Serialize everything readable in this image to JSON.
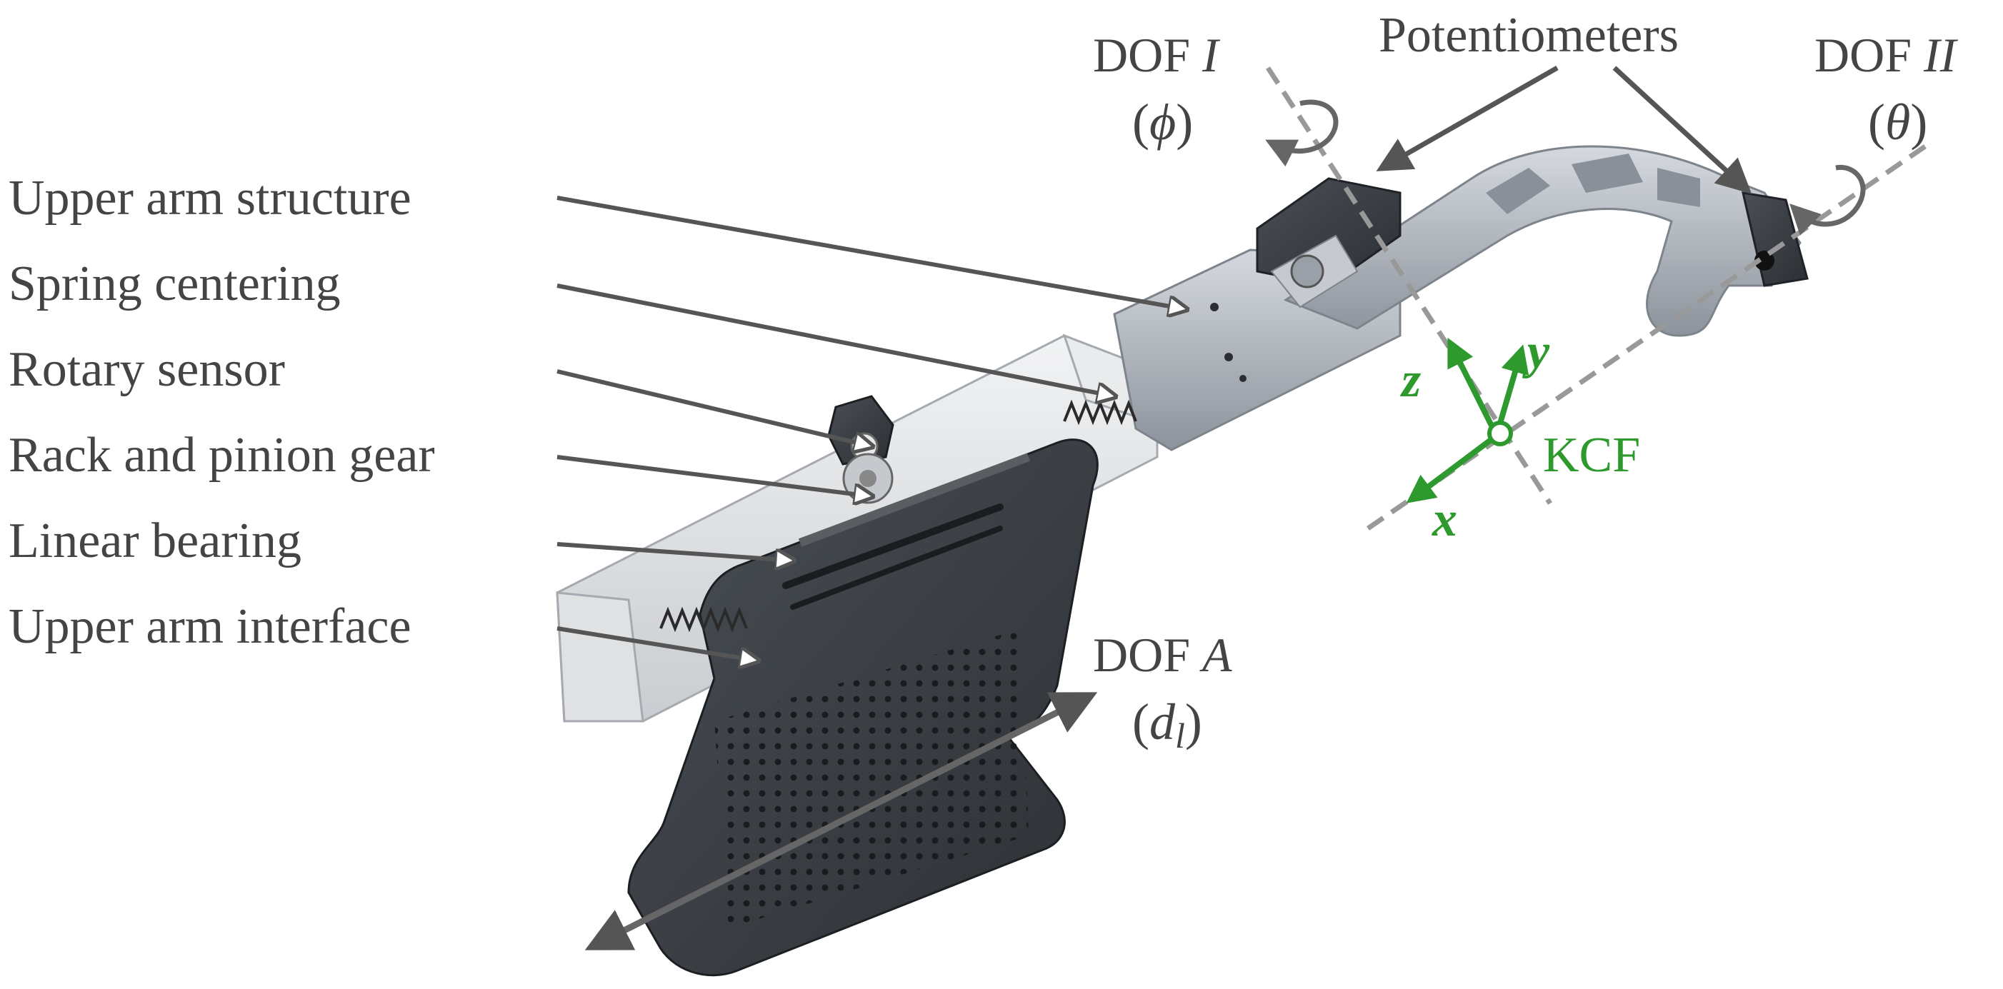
{
  "labels": {
    "upper_arm_structure": "Upper arm structure",
    "spring_centering": "Spring centering",
    "rotary_sensor": "Rotary sensor",
    "rack_pinion": "Rack and pinion gear",
    "linear_bearing": "Linear bearing",
    "upper_arm_interface": "Upper arm interface",
    "potentiometers": "Potentiometers"
  },
  "dofs": {
    "dof1": {
      "prefix": "DOF ",
      "index": "I",
      "symbol_open": "(",
      "symbol": "ϕ",
      "symbol_close": ")"
    },
    "dof2": {
      "prefix": "DOF ",
      "index": "II",
      "symbol_open": "(",
      "symbol": "θ",
      "symbol_close": ")"
    },
    "dofA": {
      "prefix": "DOF ",
      "index": "A",
      "symbol_open": "(",
      "symbol": "d",
      "subscript": "l",
      "symbol_close": ")"
    }
  },
  "frame": {
    "name": "KCF",
    "axis_x": "x",
    "axis_y": "y",
    "axis_z": "z"
  },
  "colors": {
    "label_text": "#444444",
    "arrow": "#555555",
    "frame_green": "#2e9a2e",
    "dashed_axis": "#999999",
    "device_dark": "#3b3f44",
    "device_aluminum": "#b9bec6",
    "device_white": "#e4e6e8"
  }
}
